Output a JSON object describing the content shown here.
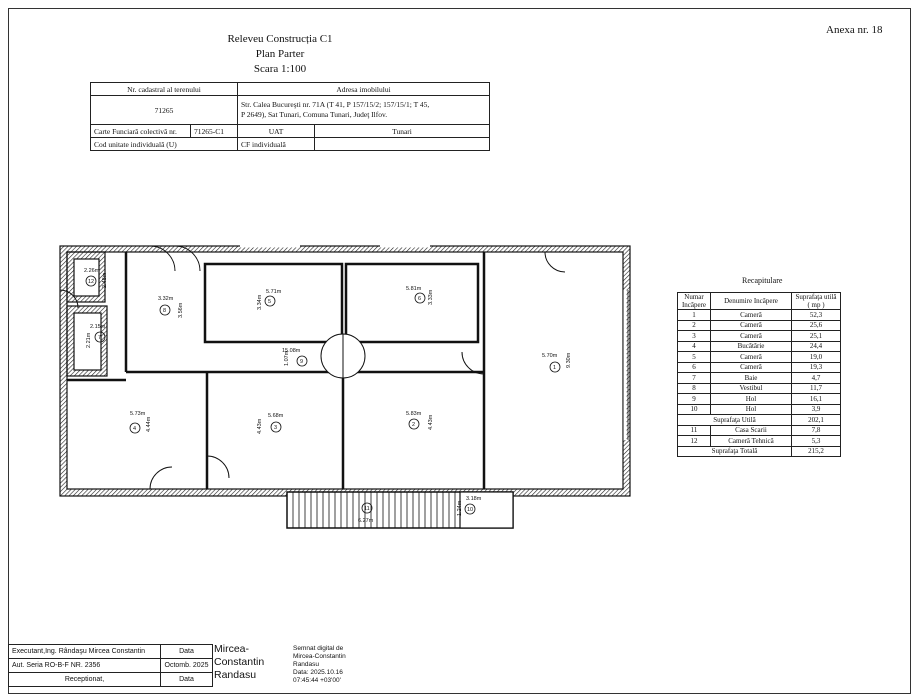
{
  "annex": "Anexa nr. 18",
  "title": {
    "line1": "Releveu Construcția C1",
    "line2": "Plan Parter",
    "line3": "Scara 1:100"
  },
  "cadastral": {
    "cad_label": "Nr. cadastral al terenului",
    "addr_label": "Adresa imobilului",
    "cad_value": "71265",
    "addr_value_1": "Str. Calea Bucureşti nr. 71A (T 41, P 157/15/2; 157/15/1; T 45,",
    "addr_value_2": "P 2649), Sat Tunari, Comuna Tunari, Judeţ Ilfov.",
    "cf_label": "Carte Funciară colectivă nr.",
    "cf_value": "71265-C1",
    "uat_label": "UAT",
    "uat_value": "Tunari",
    "unit_label": "Cod unitate individuală (U)",
    "cf_ind_label": "CF individuală"
  },
  "recap": {
    "title": "Recapitulare",
    "h_nr": "Numar",
    "h_nr2": "Incăpere",
    "h_name": "Denumire Incăpere",
    "h_area": "Suprafaţa utilă",
    "h_area2": "( mp )",
    "rows": [
      {
        "nr": "1",
        "name": "Cameră",
        "area": "52,3"
      },
      {
        "nr": "2",
        "name": "Cameră",
        "area": "25,6"
      },
      {
        "nr": "3",
        "name": "Cameră",
        "area": "25,1"
      },
      {
        "nr": "4",
        "name": "Bucătărie",
        "area": "24,4"
      },
      {
        "nr": "5",
        "name": "Cameră",
        "area": "19,0"
      },
      {
        "nr": "6",
        "name": "Cameră",
        "area": "19,3"
      },
      {
        "nr": "7",
        "name": "Baie",
        "area": "4,7"
      },
      {
        "nr": "8",
        "name": "Vestibul",
        "area": "11,7"
      },
      {
        "nr": "9",
        "name": "Hol",
        "area": "16,1"
      },
      {
        "nr": "10",
        "name": "Hol",
        "area": "3,9"
      }
    ],
    "useful_label": "Suprafaţa Utilă",
    "useful_value": "202,1",
    "extra": [
      {
        "nr": "11",
        "name": "Casa Scarii",
        "area": "7,8"
      },
      {
        "nr": "12",
        "name": "Cameră Tehnică",
        "area": "5,3"
      }
    ],
    "total_label": "Suprafaţa Totală",
    "total_value": "215,2"
  },
  "footer": {
    "exec": "Executant,Ing. Rândaşu Mircea Constantin",
    "data_label": "Data",
    "aut": "Aut. Seria RO-B-F NR. 2356",
    "date_value": "Octomb. 2025",
    "recv": "Receptionat,",
    "data_label2": "Data"
  },
  "signature": {
    "name": "Mircea-Constantin Randasu",
    "digital_1": "Semnat digital de",
    "digital_2": "Mircea-Constantin",
    "digital_3": "Randasu",
    "digital_4": "Data: 2025.10.16",
    "digital_5": "07:45:44 +03'00'"
  },
  "plan": {
    "r1_dim": "5.70m",
    "r1_dim2": "9.30m",
    "r1": "1",
    "r2_dim": "5.83m",
    "r2_dim2": "4.43m",
    "r2": "2",
    "r3_dim": "5.68m",
    "r3_dim2": "4.43m",
    "r3": "3",
    "r4_dim": "5.73m",
    "r4_dim2": "4.44m",
    "r4": "4",
    "r5_dim": "5.71m",
    "r5_dim2": "3.34m",
    "r5": "5",
    "r6_dim": "5.81m",
    "r6_dim2": "3.33m",
    "r6": "6",
    "r7_dim": "2.15m",
    "r7_dim2": "2.21m",
    "r7": "7",
    "r8_dim": "3.32m",
    "r8_dim2": "3.56m",
    "r8": "8",
    "r9_dim": "15.08m",
    "r9_dim2": "1.07m",
    "r9": "9",
    "r10_dim": "3.18m",
    "r10_dim2": "1.24m",
    "r10": "10",
    "r11_dim": "6.27m",
    "r11": "11",
    "r12_dim": "2.26m",
    "r12_dim2": "2.48m",
    "r12": "12"
  }
}
